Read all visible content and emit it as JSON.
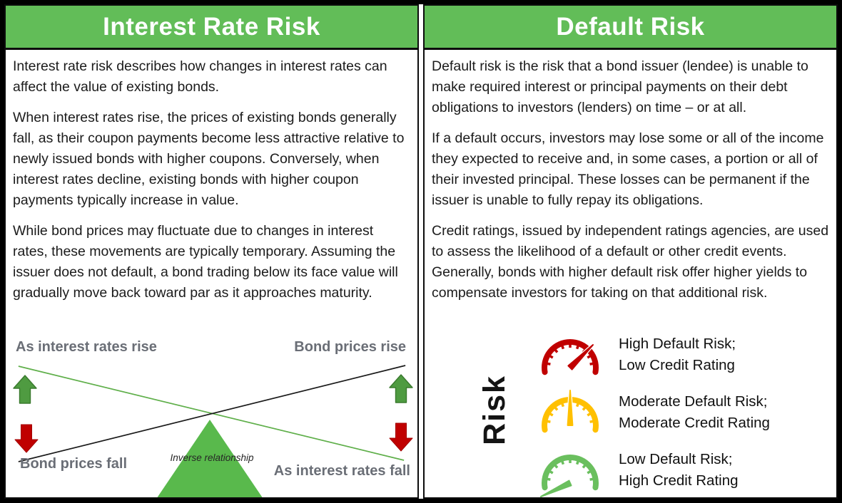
{
  "left_panel": {
    "title": "Interest Rate Risk",
    "paragraphs": [
      "Interest rate risk describes how changes in interest rates can affect the value of existing bonds.",
      "When interest rates rise, the prices of existing bonds generally fall, as their coupon payments become less attractive relative to newly issued bonds with higher coupons. Conversely, when interest rates decline, existing bonds with higher coupon payments typically increase in value.",
      "While bond prices may fluctuate due to changes in interest rates, these movements are typically temporary. Assuming the issuer does not default, a bond trading below its face value will gradually move back toward par as it approaches maturity."
    ],
    "diagram": {
      "label_top_left": "As interest rates rise",
      "label_top_right": "Bond prices rise",
      "label_bottom_left": "Bond prices fall",
      "label_bottom_right": "As interest rates fall",
      "fulcrum_label": "Inverse relationship"
    }
  },
  "right_panel": {
    "title": "Default Risk",
    "paragraphs": [
      "Default risk is the risk that a bond issuer (lendee) is unable to make required interest or principal payments on their debt obligations to investors (lenders) on time – or at all.",
      "If a default occurs, investors may lose some or all of the income they expected to receive and, in some cases, a portion or all of their invested principal. These losses can be permanent if the issuer is unable to fully repay its obligations.",
      "Credit ratings, issued by independent ratings agencies, are used to assess the likelihood of a default or other credit events. Generally, bonds with higher default risk offer higher yields to compensate investors for taking on that additional risk."
    ],
    "risk_axis_label": "Risk",
    "gauges": [
      {
        "level": "high",
        "line1": "High Default Risk;",
        "line2": "Low Credit Rating",
        "color": "#c00000"
      },
      {
        "level": "moderate",
        "line1": "Moderate Default Risk;",
        "line2": "Moderate Credit Rating",
        "color": "#ffc000"
      },
      {
        "level": "low",
        "line1": "Low Default Risk;",
        "line2": "High Credit Rating",
        "color": "#6abf5e"
      }
    ]
  },
  "colors": {
    "header_green": "#62bd58",
    "fulcrum_green": "#59b94c",
    "up_arrow_green": "#4f9b41",
    "down_arrow_red": "#c00000",
    "interest_line_green": "#5faf4a",
    "bond_line_black": "#1a1a1a",
    "seesaw_label_gray": "#6a6e76",
    "gauge_high_red": "#c00000",
    "gauge_moderate_yellow": "#ffc000",
    "gauge_low_green": "#6abf5e"
  }
}
